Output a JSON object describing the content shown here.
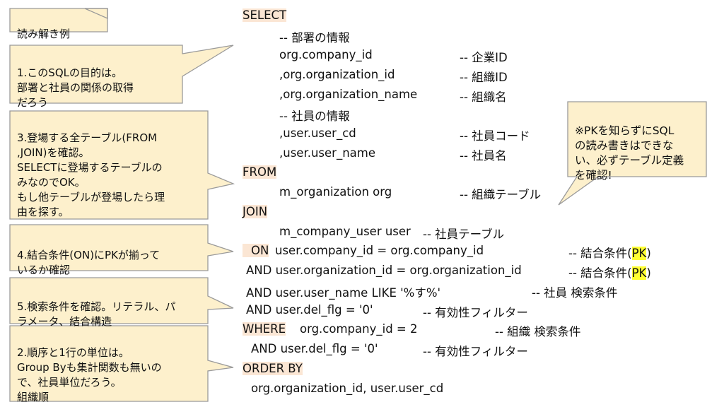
{
  "notes": {
    "title": "読み解き例",
    "n1": "1.このSQLの目的は。\n部署と社員の関係の取得\nだろう",
    "n3": "3.登場する全テーブル(FROM\n,JOIN)を確認。\nSELECTに登場するテーブルの\nみなのでOK。\nもし他テーブルが登場したら理\n由を探す。",
    "n4": "4.結合条件(ON)にPKが揃って\nいるか確認",
    "n5": "5.検索条件を確認。リテラル、パ\nラメータ、結合構造",
    "n2": "2.順序と1行の単位は。\nGroup Byも集計関数も無いの\nで、社員単位だろう。\n組織順",
    "pk": "※PKを知らずにSQL\nの読み書きはできな\nい、必ずテーブル定義\nを確認!"
  },
  "sql": {
    "select_kw": "SELECT",
    "c_dept": "-- 部署の情報",
    "l1": "org.company_id",
    "l1c": "-- 企業ID",
    "l2": ",org.organization_id",
    "l2c": "-- 組織ID",
    "l3": ",org.organization_name",
    "l3c": "-- 組織名",
    "c_emp": "-- 社員の情報",
    "l4": ",user.user_cd",
    "l4c": "-- 社員コード",
    "l5": ",user.user_name",
    "l5c": "-- 社員名",
    "from_kw": "FROM",
    "from_tbl": "m_organization org",
    "from_c": "-- 組織テーブル",
    "join_kw": "JOIN",
    "join_tbl": "m_company_user user",
    "join_c": "-- 社員テーブル",
    "on_kw": "ON",
    "on1": "user.company_id = org.company_id",
    "on1c_pre": "-- 結合条件(",
    "pk_label": "PK",
    "on1c_post": ")",
    "and1": "AND user.organization_id = org.organization_id",
    "and2": "AND user.user_name LIKE '%す%'",
    "and2c": "-- 社員 検索条件",
    "and3": "AND user.del_flg =  '0'",
    "and3c": "-- 有効性フィルター",
    "where_kw": "WHERE",
    "where1": "org.company_id = 2",
    "where1c": "-- 組織 検索条件",
    "and4": "AND user.del_flg = '0'",
    "and4c": "-- 有効性フィルター",
    "order_kw": "ORDER BY",
    "order1": "org.organization_id, user.user_cd"
  }
}
